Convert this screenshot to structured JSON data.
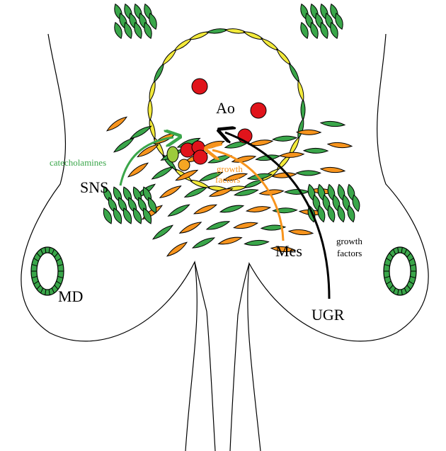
{
  "labels": {
    "ao": "Ao",
    "sns": "SNS",
    "md": "MD",
    "mes": "Mes",
    "ugr": "UGR",
    "catecholamines": "catecholamines",
    "growth_factors_orange_line1": "growth",
    "growth_factors_orange_line2": "factors",
    "growth_factors_black_line1": "growth",
    "growth_factors_black_line2": "factors"
  },
  "colors": {
    "outline": "#000000",
    "sns_green": "#3aa64a",
    "aorta_yellow": "#f3ea3b",
    "mesenchyme_orange": "#f7941d",
    "blood_red": "#e0141b",
    "chromaffin_light_green": "#9ccb3b",
    "catecholamines_text": "#3aa64a",
    "growth_factors_text": "#f7941d"
  }
}
